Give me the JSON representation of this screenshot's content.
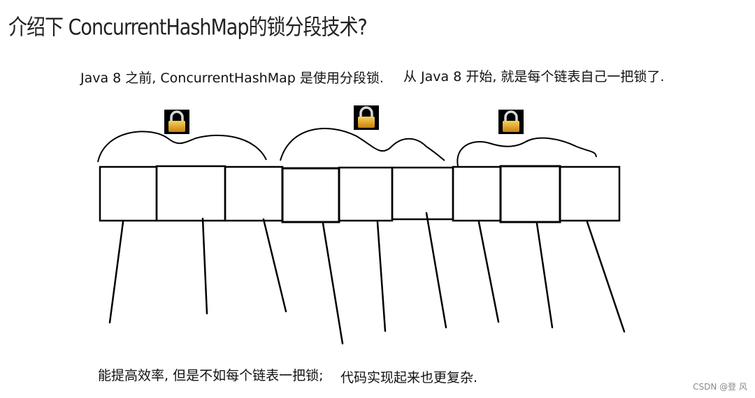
{
  "title": "介绍下 ConcurrentHashMap的锁分段技术?",
  "notes": {
    "before_java8": "Java 8 之前, ConcurrentHashMap 是使用分段锁.",
    "from_java8": "从 Java 8 开始, 就是每个链表自己一把锁了.",
    "pro": "能提高效率, 但是不如每个链表一把锁;",
    "con": "代码实现起来也更复杂."
  },
  "watermark": "CSDN @登 风",
  "diagram": {
    "segment_count": 3,
    "bucket_count": 9,
    "lock_icon": "padlock-icon"
  },
  "colors": {
    "stroke": "#000000",
    "lock_background": "#000000",
    "lock_body": "#e3a21a",
    "lock_shackle": "#cfcfcf"
  }
}
